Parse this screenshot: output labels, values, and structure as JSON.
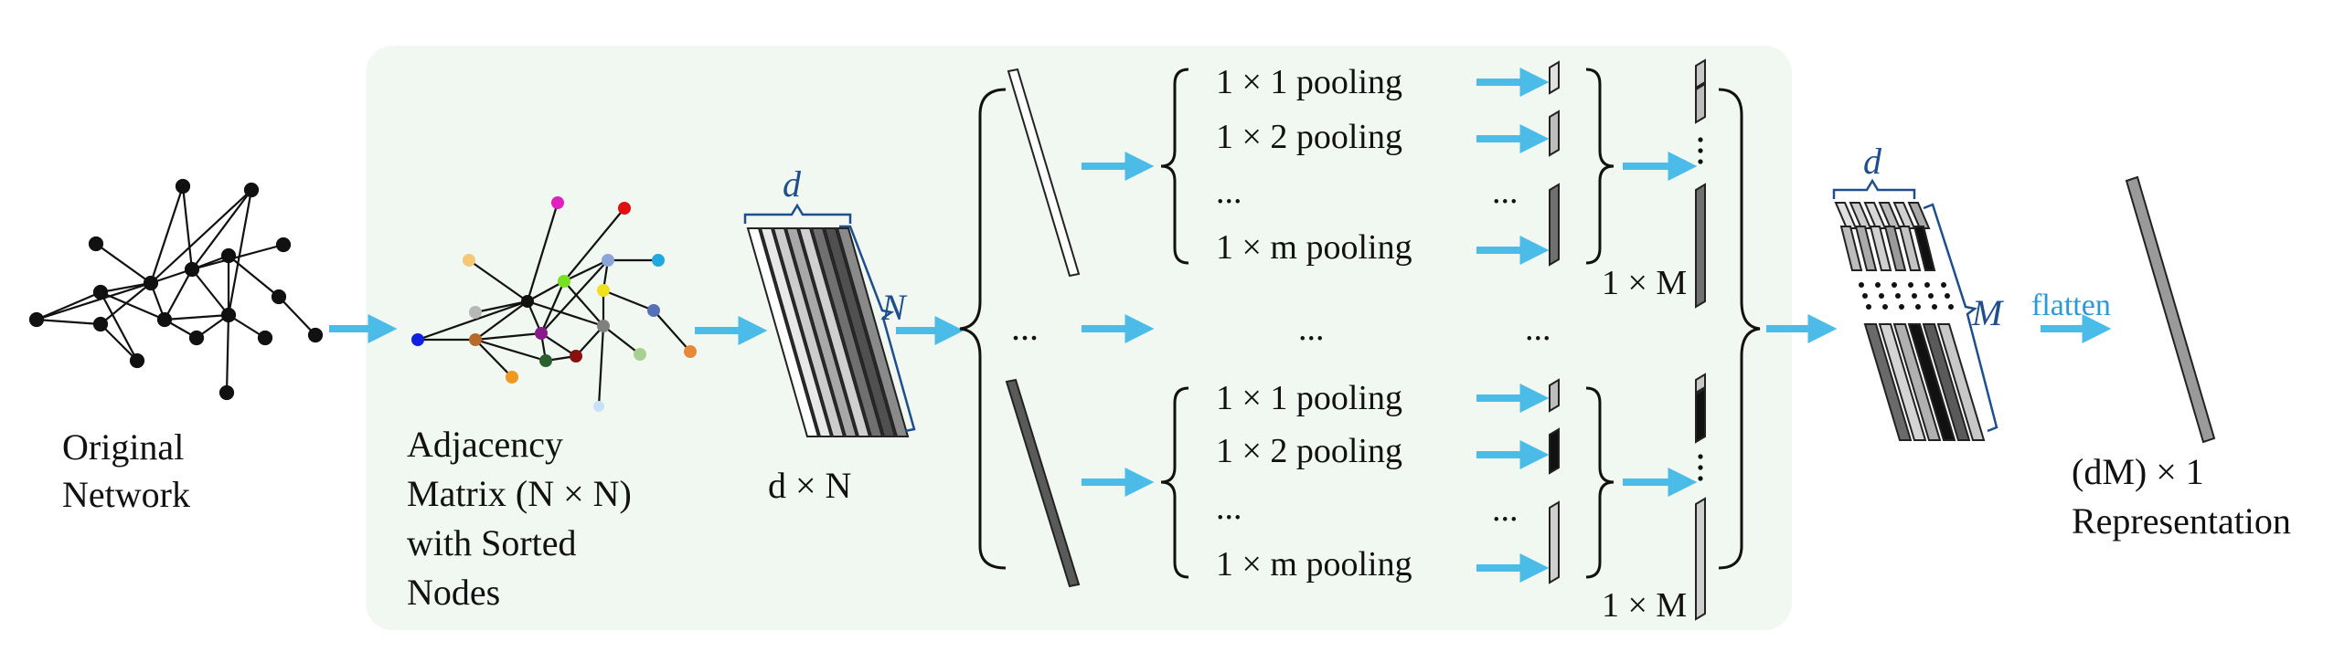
{
  "original_label": [
    "Original",
    "Network"
  ],
  "adjacency_label": [
    "Adjacency",
    "Matrix (N × N)",
    "with Sorted",
    "Nodes"
  ],
  "stack_label": "d × N",
  "stack_d": "d",
  "stack_N": "N",
  "upper_pool_labels": [
    "1 × 1 pooling",
    "1 × 2 pooling",
    "...",
    "1 × m pooling"
  ],
  "lower_pool_labels": [
    "1 × 1 pooling",
    "1 × 2 pooling",
    "...",
    "1 × m pooling"
  ],
  "ellipsis": "...",
  "pool_out_label": "1 × M",
  "right_d": "d",
  "right_M": "M",
  "flatten_label": "flatten",
  "final_label": [
    "(dM) × 1",
    "Representation"
  ],
  "colors": {
    "panel": "#f1f7f1",
    "arrow": "#4bbce8",
    "brace_blue": "#1f4e8c"
  }
}
